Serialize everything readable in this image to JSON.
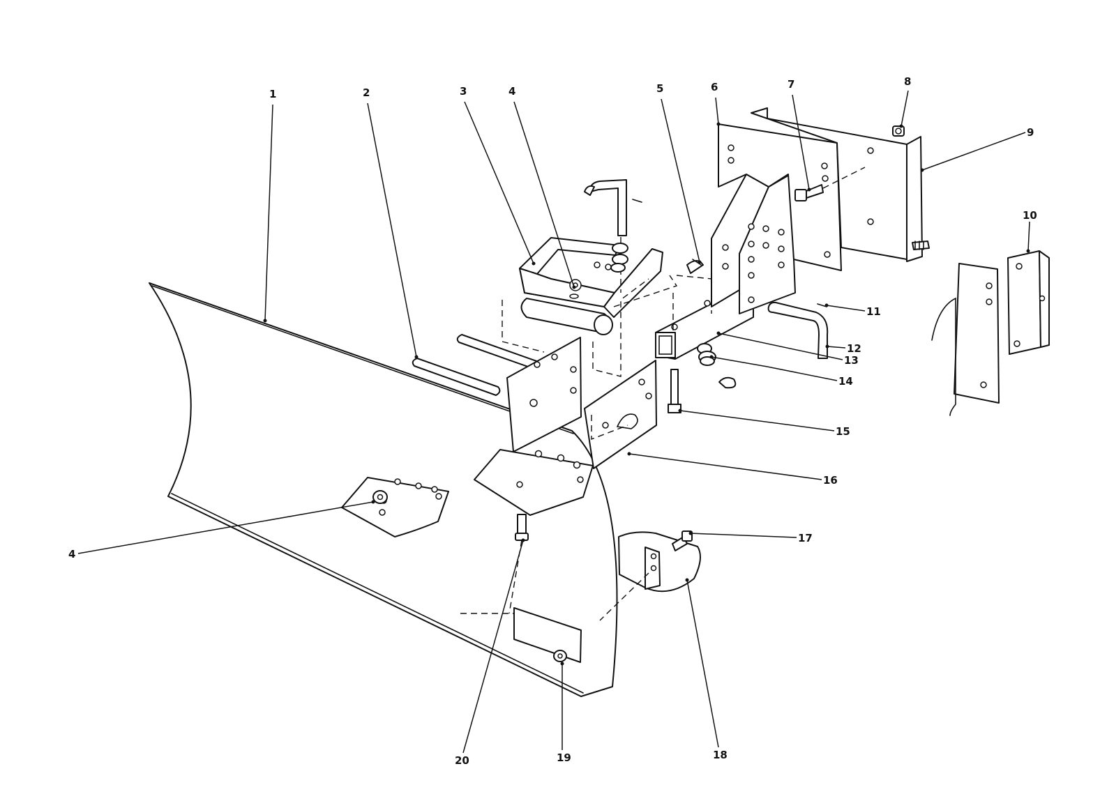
{
  "diagram": {
    "callouts": [
      {
        "id": "c1",
        "label": "1"
      },
      {
        "id": "c2",
        "label": "2"
      },
      {
        "id": "c3",
        "label": "3"
      },
      {
        "id": "c4a",
        "label": "4"
      },
      {
        "id": "c5",
        "label": "5"
      },
      {
        "id": "c6",
        "label": "6"
      },
      {
        "id": "c7",
        "label": "7"
      },
      {
        "id": "c8",
        "label": "8"
      },
      {
        "id": "c9",
        "label": "9"
      },
      {
        "id": "c10",
        "label": "10"
      },
      {
        "id": "c11",
        "label": "11"
      },
      {
        "id": "c12",
        "label": "12"
      },
      {
        "id": "c13",
        "label": "13"
      },
      {
        "id": "c14",
        "label": "14"
      },
      {
        "id": "c15",
        "label": "15"
      },
      {
        "id": "c16",
        "label": "16"
      },
      {
        "id": "c4b",
        "label": "4"
      },
      {
        "id": "c17",
        "label": "17"
      },
      {
        "id": "c18",
        "label": "18"
      },
      {
        "id": "c19",
        "label": "19"
      },
      {
        "id": "c20",
        "label": "20"
      }
    ]
  }
}
